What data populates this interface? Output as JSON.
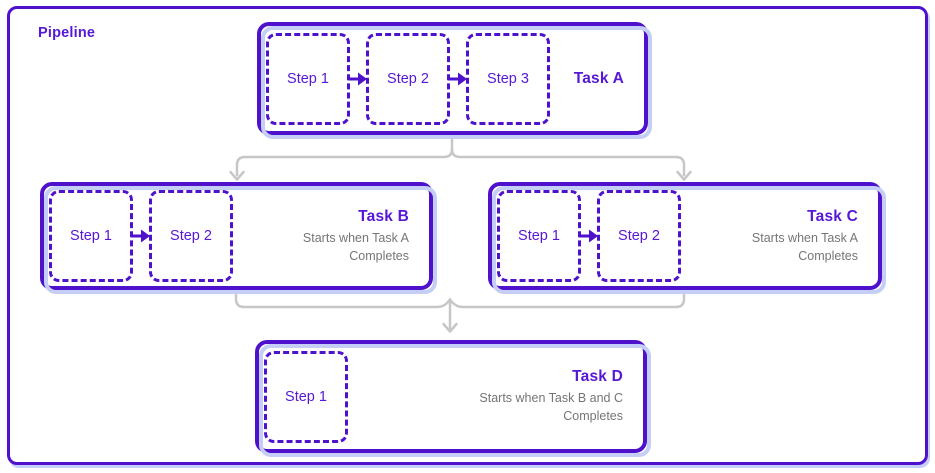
{
  "colors": {
    "accent": "#4E12CC",
    "accent-text": "#5617D6",
    "shadow": "#C5CEF6",
    "muted": "#757575",
    "connector": "#C7C7C7",
    "bg": "#FFFFFF"
  },
  "pipeline": {
    "label": "Pipeline"
  },
  "tasks": [
    {
      "id": "task-a",
      "title": "Task A",
      "steps": [
        "Step 1",
        "Step 2",
        "Step 3"
      ],
      "subtitle_line1": "",
      "subtitle_line2": ""
    },
    {
      "id": "task-b",
      "title": "Task B",
      "steps": [
        "Step 1",
        "Step 2"
      ],
      "subtitle_line1": "Starts when Task A",
      "subtitle_line2": "Completes"
    },
    {
      "id": "task-c",
      "title": "Task C",
      "steps": [
        "Step 1",
        "Step 2"
      ],
      "subtitle_line1": "Starts when Task A",
      "subtitle_line2": "Completes"
    },
    {
      "id": "task-d",
      "title": "Task D",
      "steps": [
        "Step 1"
      ],
      "subtitle_line1": "Starts when Task B and C",
      "subtitle_line2": "Completes"
    }
  ],
  "connections": [
    {
      "from": "Task A",
      "to": "Task B"
    },
    {
      "from": "Task A",
      "to": "Task C"
    },
    {
      "from": "Task B",
      "to": "Task D"
    },
    {
      "from": "Task C",
      "to": "Task D"
    }
  ]
}
